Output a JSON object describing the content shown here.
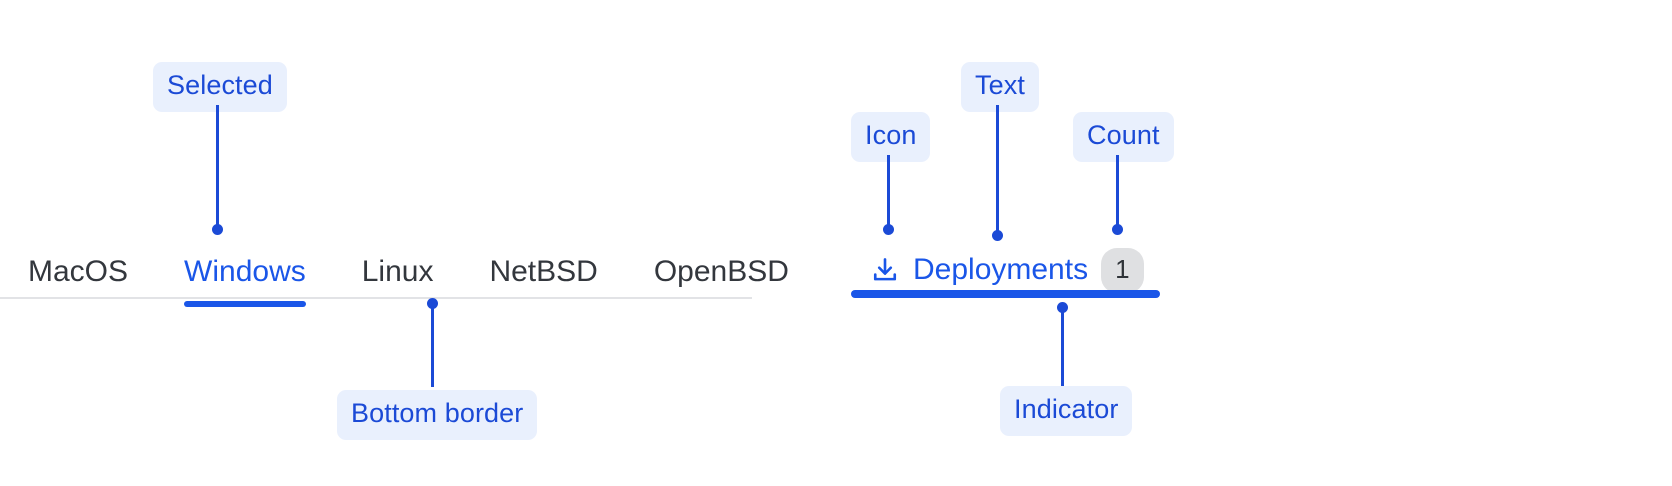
{
  "left_panel": {
    "tabs": [
      {
        "label": "MacOS",
        "selected": false
      },
      {
        "label": "Windows",
        "selected": true
      },
      {
        "label": "Linux",
        "selected": false
      },
      {
        "label": "NetBSD",
        "selected": false
      },
      {
        "label": "OpenBSD",
        "selected": false
      }
    ],
    "annotations": {
      "selected": "Selected",
      "bottom_border": "Bottom border"
    }
  },
  "right_panel": {
    "tab": {
      "icon": "download-icon",
      "label": "Deployments",
      "count": "1"
    },
    "annotations": {
      "icon": "Icon",
      "text": "Text",
      "count": "Count",
      "indicator": "Indicator"
    }
  },
  "colors": {
    "accent_blue": "#1a56e8",
    "annotation_blue": "#1b4ad6",
    "annotation_bg": "#e9f0fd",
    "tab_text": "#33373d",
    "divider": "#e2e3e6",
    "badge_bg": "#dfe0e2"
  }
}
